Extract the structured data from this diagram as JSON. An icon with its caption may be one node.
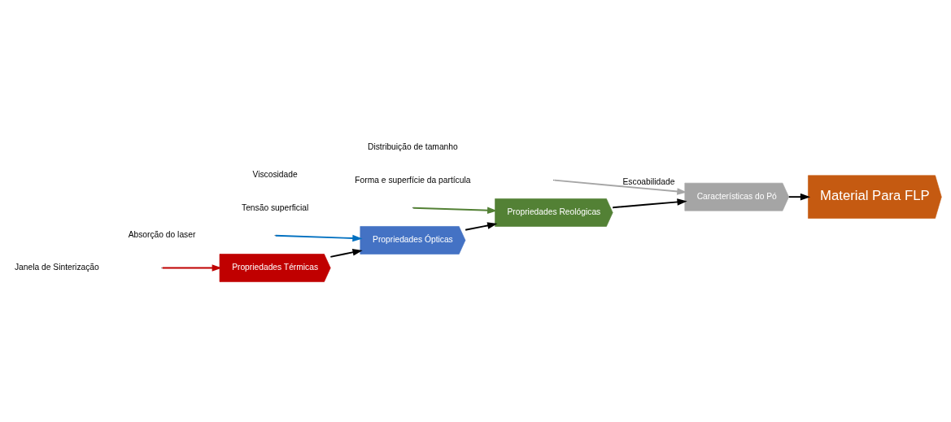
{
  "diagram": {
    "nodes": [
      {
        "text": [
          "Propriedades Térmicas"
        ]
      },
      {
        "text": [
          "Propriedades Ópticas"
        ]
      },
      {
        "text": [
          "Propriedades Reológicas"
        ]
      },
      {
        "text": [
          "Características do Pó"
        ]
      },
      {
        "text": [
          "Material Para FLP"
        ]
      }
    ],
    "edges": [
      {
        "from": 0,
        "to": 1,
        "arrow": "to"
      },
      {
        "from": 1,
        "to": 2,
        "arrow": "to"
      },
      {
        "from": 2,
        "to": 3,
        "arrow": "to"
      },
      {
        "from": 3,
        "to": 4,
        "arrow": "to"
      },
      {
        "from": null,
        "to": 0,
        "arrow": "to",
        "color": "#c00000"
      },
      {
        "from": null,
        "to": 2,
        "arrow": "to",
        "color": "#538135"
      },
      {
        "from": null,
        "to": 1,
        "arrow": "to",
        "color": "#0070c0"
      },
      {
        "from": null,
        "to": 3,
        "arrow": "to",
        "label": "Escoabilidade",
        "color": "#a6a6a6"
      }
    ],
    "labels": [
      "Janela de Sinterização",
      "Viscosidade",
      "Tensão superficial",
      "Distribuição de tamanho",
      "Forma e superfície da partícula",
      "Absorção do laser"
    ]
  }
}
